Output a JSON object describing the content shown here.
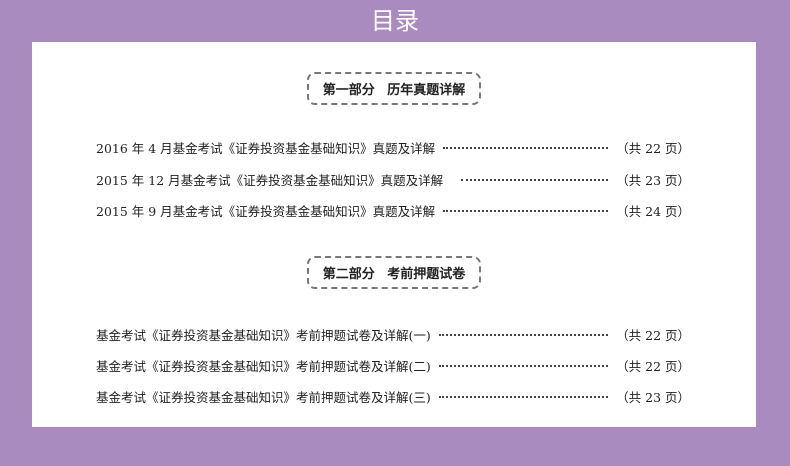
{
  "title": "目录",
  "sections": [
    {
      "heading": "第一部分 历年真题详解",
      "entries": [
        {
          "text": "2016 年 4 月基金考试《证券投资基金基础知识》真题及详解",
          "pages": "（共 22 页）"
        },
        {
          "text": "2015 年 12 月基金考试《证券投资基金基础知识》真题及详解",
          "pages": "（共 23 页）"
        },
        {
          "text": "2015 年 9 月基金考试《证券投资基金基础知识》真题及详解",
          "pages": "（共 24 页）"
        }
      ]
    },
    {
      "heading": "第二部分 考前押题试卷",
      "entries": [
        {
          "text": "基金考试《证券投资基金基础知识》考前押题试卷及详解(一)",
          "pages": "（共 22 页）"
        },
        {
          "text": "基金考试《证券投资基金基础知识》考前押题试卷及详解(二)",
          "pages": "（共 22 页）"
        },
        {
          "text": "基金考试《证券投资基金基础知识》考前押题试卷及详解(三)",
          "pages": "（共 23 页）"
        }
      ]
    }
  ]
}
